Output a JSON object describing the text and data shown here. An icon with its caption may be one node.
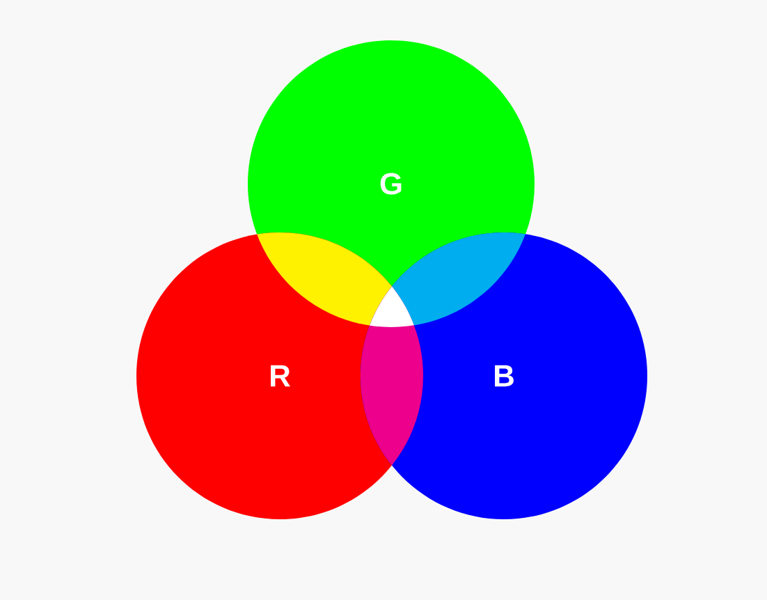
{
  "diagram": {
    "nodes": [
      {
        "text": [
          "G"
        ]
      },
      {
        "text": [
          "R"
        ]
      },
      {
        "text": [
          "B"
        ]
      }
    ]
  }
}
